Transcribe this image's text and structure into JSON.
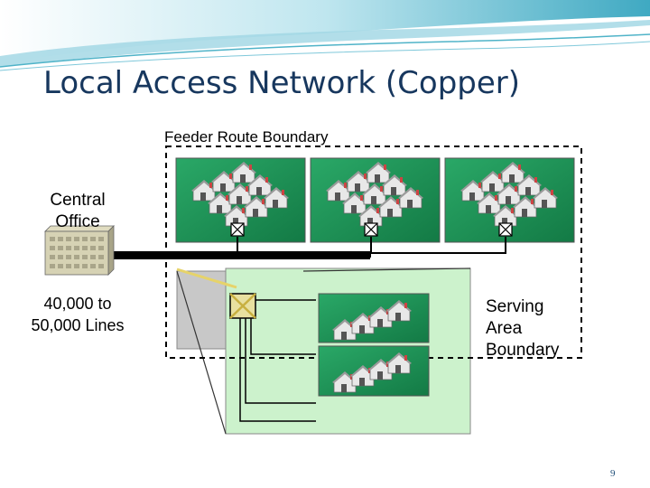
{
  "slide": {
    "title": "Local Access Network (Copper)",
    "page_number": "9"
  },
  "diagram": {
    "feeder_boundary_label": "Feeder Route Boundary",
    "central_office_label_line1": "Central",
    "central_office_label_line2": "Office",
    "lines_label_line1": "40,000 to",
    "lines_label_line2": "50,000 Lines",
    "serving_area_label_line1": "Serving",
    "serving_area_label_line2": "Area",
    "serving_area_label_line3": "Boundary"
  },
  "colors": {
    "title": "#17375e",
    "banner_teal": "#4fb3c8",
    "green_panel": "#1e9a5a",
    "light_green": "#ccf2cc",
    "gray_box": "#c8c8c8",
    "yellow_line": "#e6d36a",
    "page_number": "#1f4e79"
  },
  "icons": [
    "house-cluster-icon",
    "cross-connect-box-icon",
    "central-office-building-icon"
  ]
}
